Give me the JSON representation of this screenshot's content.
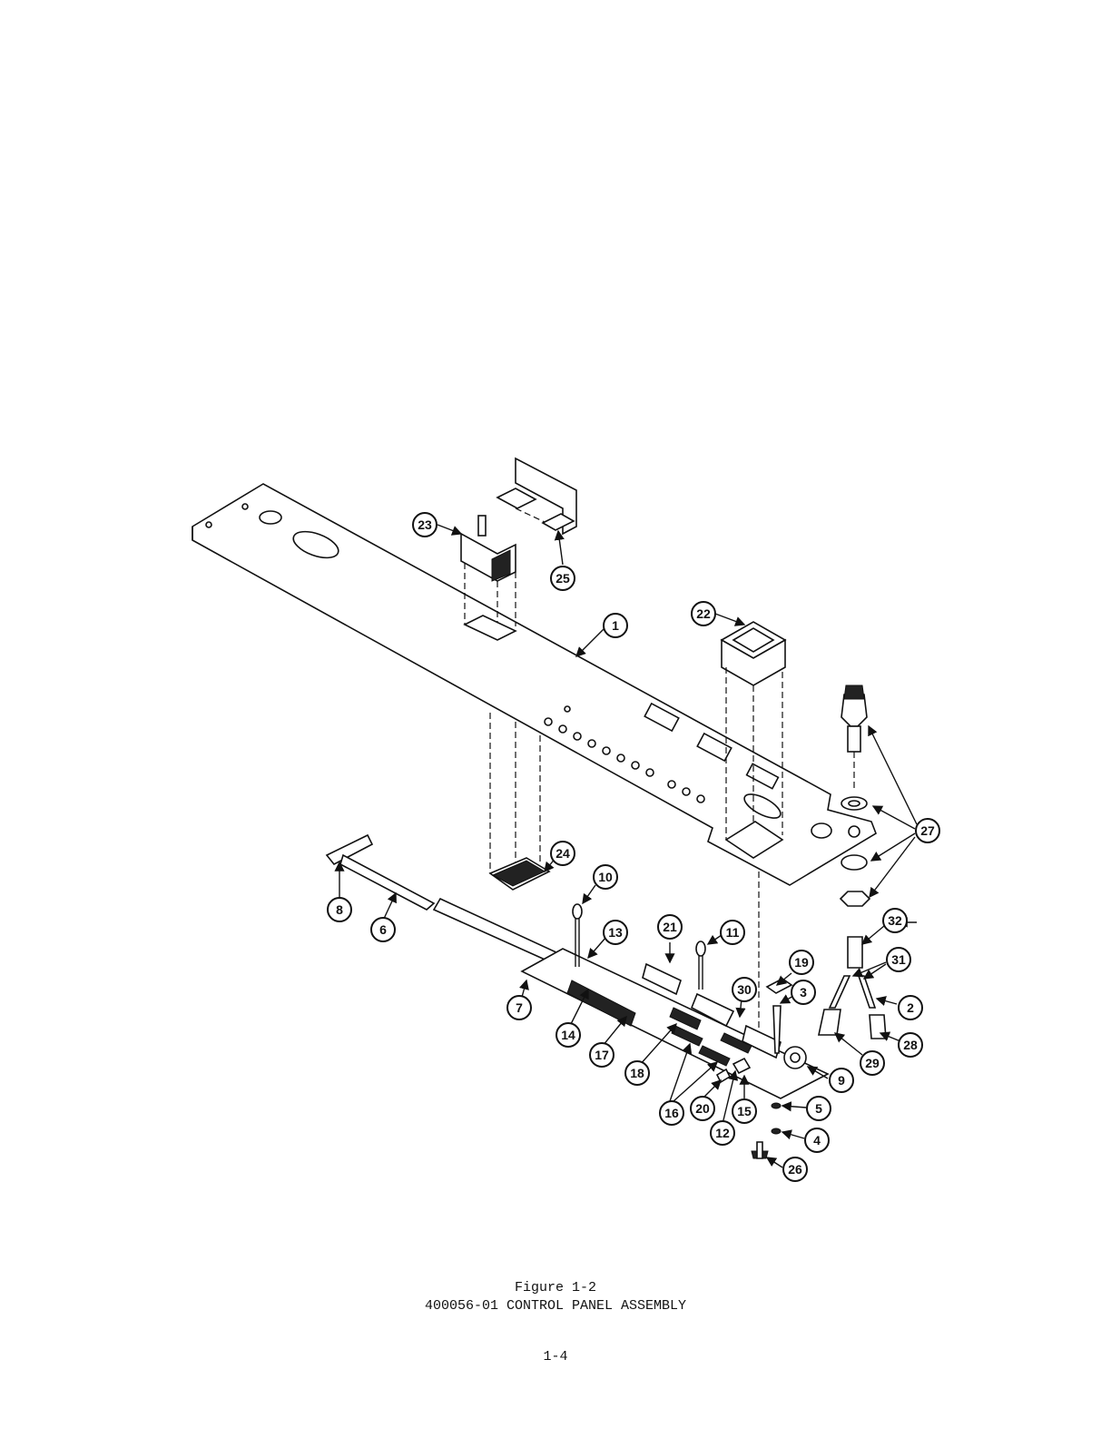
{
  "figure": {
    "caption_line1": "Figure 1-2",
    "caption_line2": "400056-01 CONTROL PANEL ASSEMBLY",
    "page_number": "1-4"
  },
  "callouts": [
    "1",
    "2",
    "3",
    "4",
    "5",
    "6",
    "7",
    "8",
    "9",
    "10",
    "11",
    "12",
    "13",
    "14",
    "15",
    "16",
    "17",
    "18",
    "19",
    "20",
    "21",
    "22",
    "23",
    "24",
    "25",
    "26",
    "27",
    "28",
    "29",
    "30",
    "31",
    "32"
  ]
}
